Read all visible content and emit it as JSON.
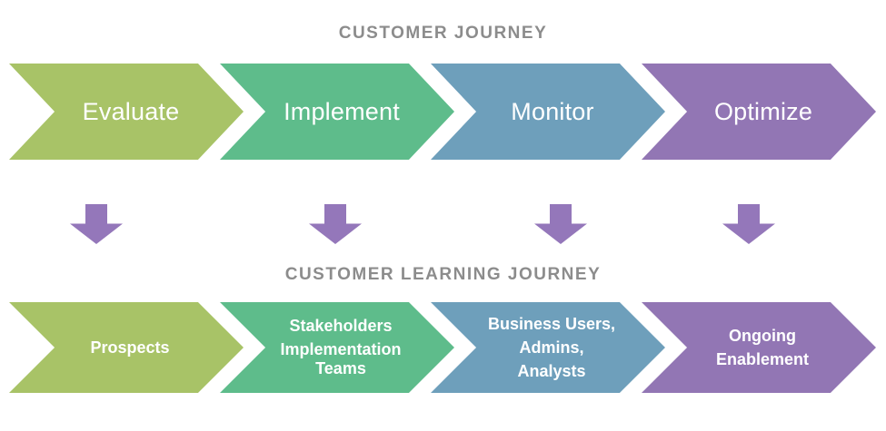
{
  "diagram": {
    "background": "#ffffff",
    "title_color": "#8c8c8c",
    "top_title": "CUSTOMER JOURNEY",
    "bottom_title": "CUSTOMER LEARNING JOURNEY"
  },
  "journey_stages": [
    {
      "label": "Evaluate",
      "color": "#a8c367"
    },
    {
      "label": "Implement",
      "color": "#5ebc8b"
    },
    {
      "label": "Monitor",
      "color": "#6e9fbb"
    },
    {
      "label": "Optimize",
      "color": "#9276b4"
    }
  ],
  "down_arrows": {
    "color": "#9477ba",
    "count": 4
  },
  "learning_stages": [
    {
      "color": "#a8c367",
      "lines": [
        "Prospects"
      ]
    },
    {
      "color": "#5ebc8b",
      "lines": [
        "Stakeholders",
        "Implementation Teams"
      ]
    },
    {
      "color": "#6e9fbb",
      "lines": [
        "Business Users,",
        "Admins,",
        "Analysts"
      ]
    },
    {
      "color": "#9276b4",
      "lines": [
        "Ongoing",
        "Enablement"
      ]
    }
  ]
}
